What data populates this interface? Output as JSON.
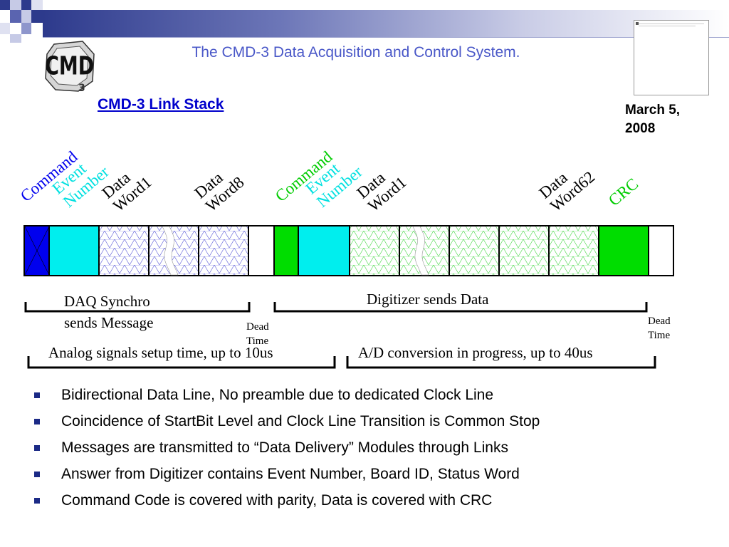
{
  "header": {
    "title": "The CMD-3 Data Acquisition and Control System.",
    "logo_text": "CMD-3"
  },
  "section_title": "CMD-3 Link Stack",
  "date": "March 5, 2008",
  "colors": {
    "title_blue": "#4a58c8",
    "blue": "#0000ee",
    "cyan": "#00eeee",
    "green": "#00dd00",
    "bullet": "#1b2a86"
  },
  "diagram": {
    "labels_group1": {
      "command": "Command",
      "event": [
        "Event",
        "Number"
      ],
      "data1": [
        "Data",
        "Word1"
      ],
      "data8": [
        "Data",
        "Word8"
      ]
    },
    "labels_group2": {
      "command": "Command",
      "event": [
        "Event",
        "Number"
      ],
      "data1": [
        "Data",
        "Word1"
      ],
      "data62": [
        "Data",
        "Word62"
      ],
      "crc": "CRC"
    },
    "brace_daq": [
      "DAQ Synchro",
      "sends Message"
    ],
    "brace_digitizer": "Digitizer sends Data",
    "dead_time_1": [
      "Dead",
      "Time"
    ],
    "dead_time_2": [
      "Dead",
      "Time"
    ],
    "brace_analog": "Analog signals setup time, up to 10us",
    "brace_ad": "A/D conversion in progress, up to 40us"
  },
  "bullets": [
    "Bidirectional Data Line, No preamble due to dedicated Clock Line",
    "Coincidence of StartBit Level and Clock Line Transition is Common Stop",
    "Messages are transmitted to “Data Delivery” Modules through Links",
    "Answer from Digitizer contains Event Number, Board ID, Status Word",
    "Command Code is covered with parity, Data is covered with CRC"
  ]
}
